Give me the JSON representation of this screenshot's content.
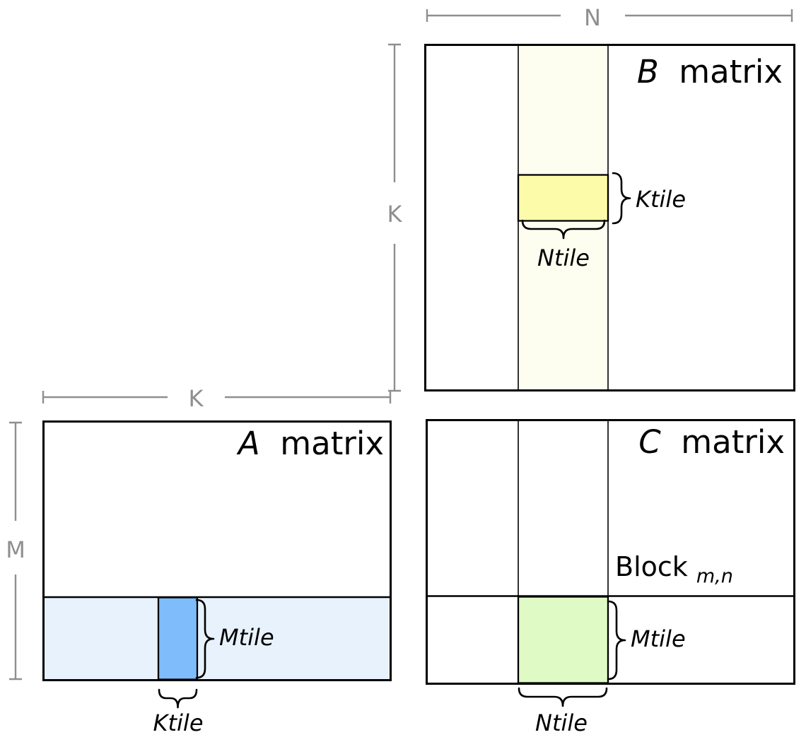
{
  "figure": {
    "colors": {
      "border": "#000000",
      "dimension_line": "#8f8f8f",
      "b_strip_fill": "#FDFDF0",
      "b_tile_fill": "#FBFBA9",
      "a_strip_fill": "#E8F2FD",
      "a_tile_fill": "#7EBCFC",
      "c_tile_fill": "#DFFAC5"
    },
    "b_matrix": {
      "title_letter": "B",
      "title_rest": " matrix",
      "dim_top": "N",
      "dim_left": "K",
      "ktile_label": "Ktile",
      "ntile_label": "Ntile"
    },
    "a_matrix": {
      "title_letter": "A",
      "title_rest": " matrix",
      "dim_top": "K",
      "dim_left": "M",
      "mtile_label": "Mtile",
      "ktile_label": "Ktile"
    },
    "c_matrix": {
      "title_letter": "C",
      "title_rest": " matrix",
      "block_label": "Block",
      "block_subscript": "m,n",
      "mtile_label": "Mtile",
      "ntile_label": "Ntile"
    }
  }
}
